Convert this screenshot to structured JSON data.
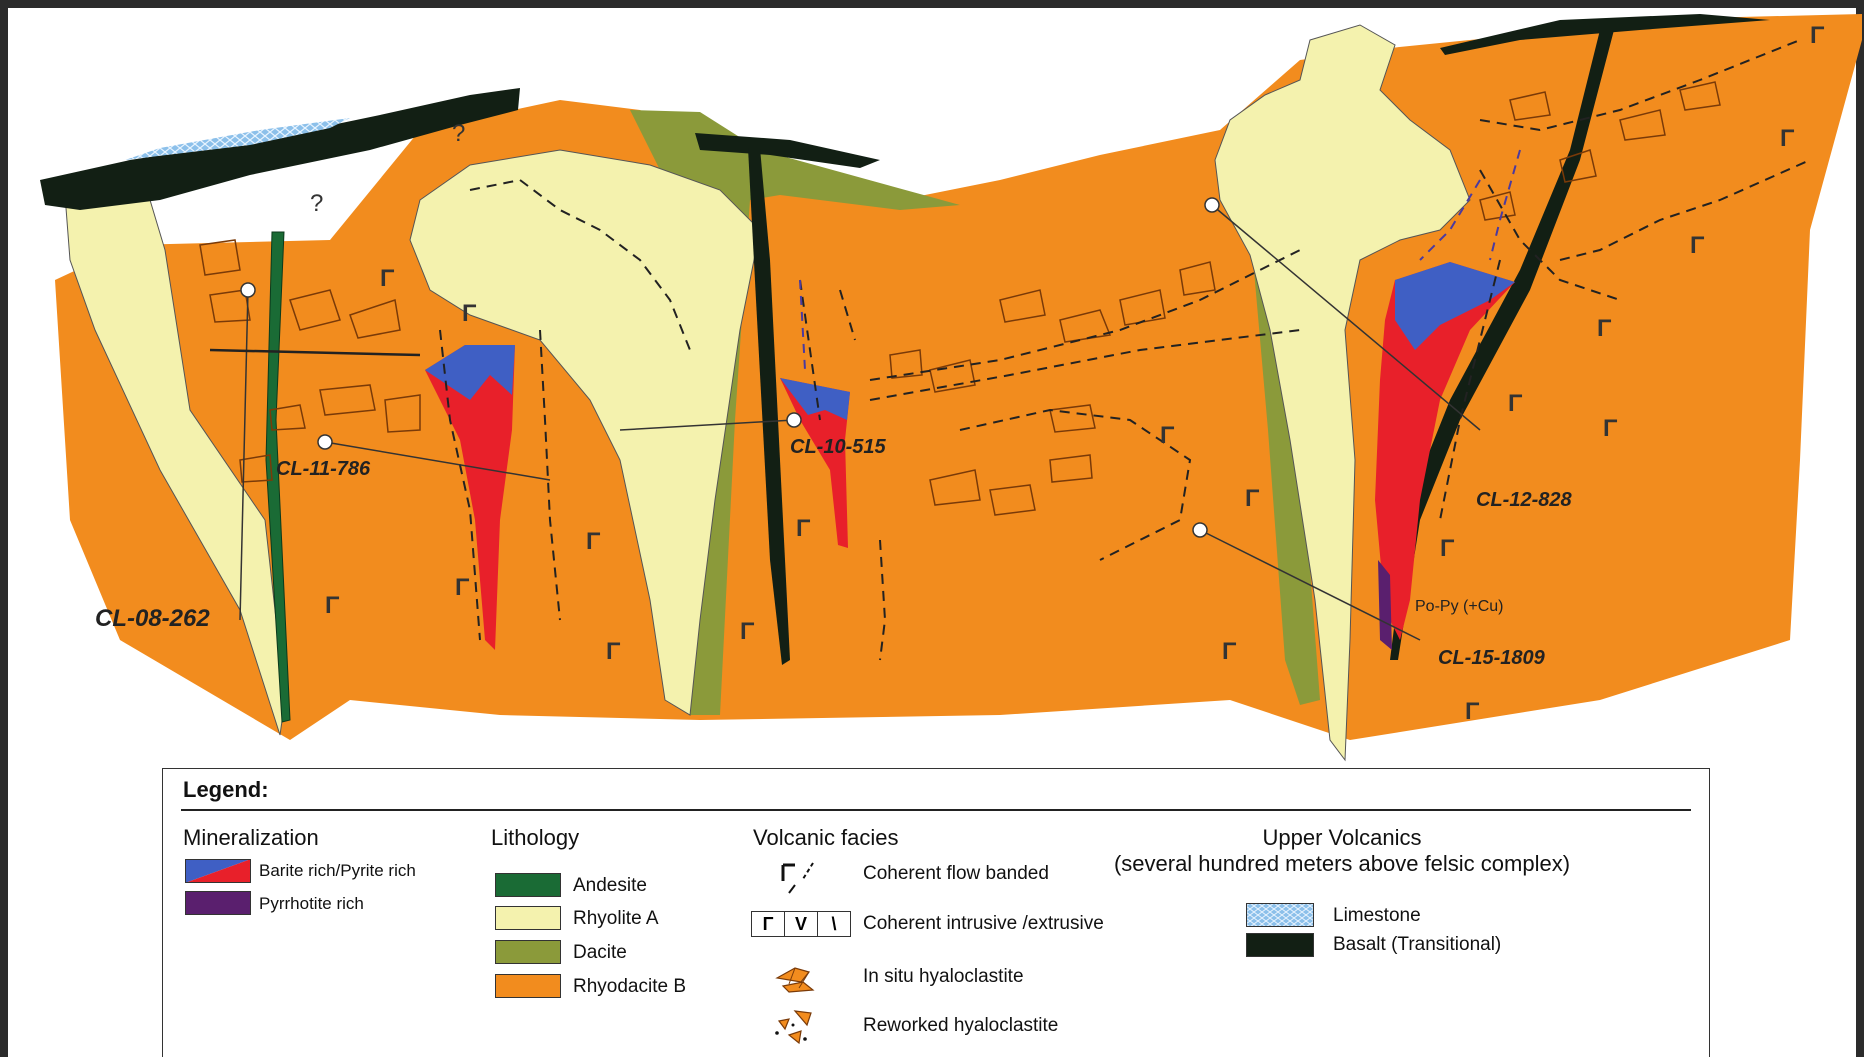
{
  "section": {
    "drill_holes": [
      {
        "label": "CL-08-262"
      },
      {
        "label": "CL-11-786"
      },
      {
        "label": "CL-10-515"
      },
      {
        "label": "CL-12-828"
      },
      {
        "label": "CL-15-1809"
      }
    ],
    "question_mark": "?",
    "ore_note": "Po-Py (+Cu)",
    "flow_symbol": "Γ"
  },
  "legend": {
    "title": "Legend:",
    "mineralization": {
      "heading": "Mineralization",
      "items": [
        {
          "label": "Barite rich/Pyrite rich",
          "colors": [
            "#3f5fc4",
            "#e8202a"
          ]
        },
        {
          "label": "Pyrrhotite rich",
          "colors": [
            "#5a1f6e"
          ]
        }
      ]
    },
    "lithology": {
      "heading": "Lithology",
      "items": [
        {
          "label": "Andesite",
          "color": "#1a6b35"
        },
        {
          "label": "Rhyolite A",
          "color": "#f4f2ae"
        },
        {
          "label": "Dacite",
          "color": "#8b9a3a"
        },
        {
          "label": "Rhyodacite B",
          "color": "#f28c1e"
        }
      ]
    },
    "volcanic_facies": {
      "heading": "Volcanic facies",
      "items": [
        {
          "label": "Coherent flow banded",
          "icon": "flow-banded-icon"
        },
        {
          "label": "Coherent intrusive /extrusive",
          "icon": "intrusive-extrusive-icon",
          "box_symbols": [
            "Γ",
            "V",
            "\\"
          ]
        },
        {
          "label": "In situ hyaloclastite",
          "icon": "in-situ-hyaloclastite-icon"
        },
        {
          "label": "Reworked hyaloclastite",
          "icon": "reworked-hyaloclastite-icon"
        }
      ]
    },
    "upper_volcanics": {
      "heading_line1": "Upper Volcanics",
      "heading_line2": "(several hundred meters above felsic complex)",
      "items": [
        {
          "label": "Limestone",
          "color": "#7fb3e0"
        },
        {
          "label": "Basalt (Transitional)",
          "color": "#121f14"
        }
      ]
    }
  }
}
